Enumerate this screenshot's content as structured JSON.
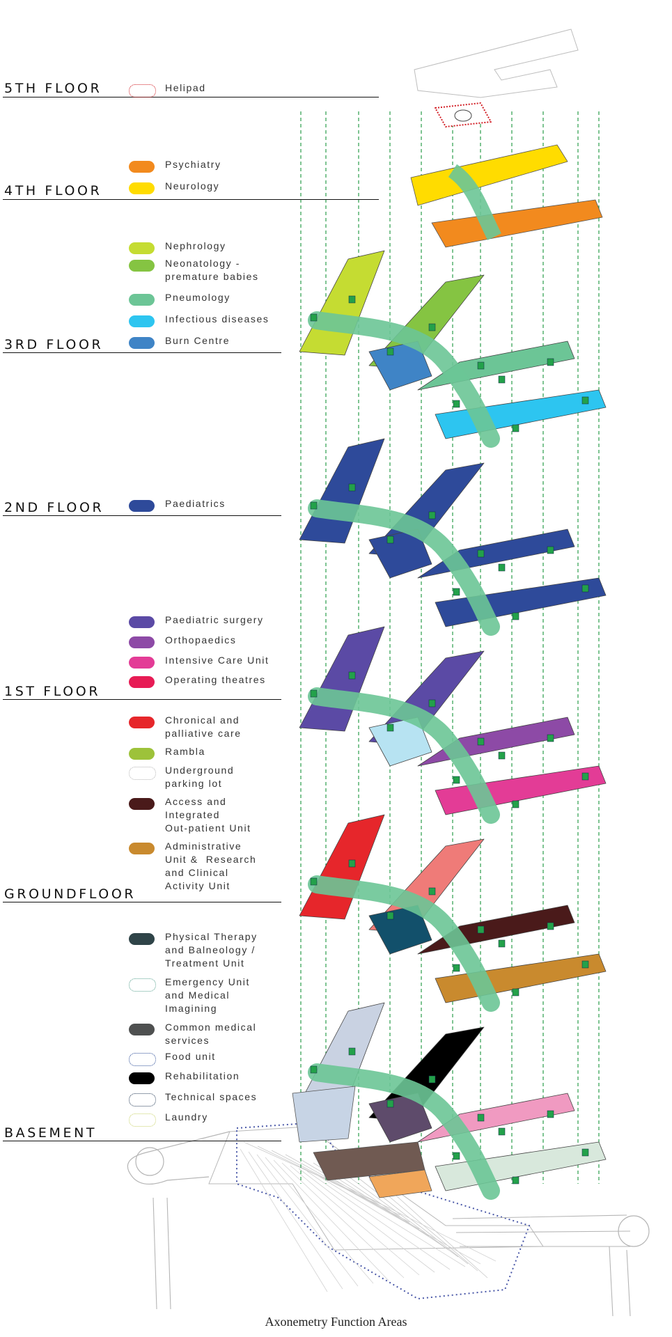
{
  "floors": [
    {
      "label": "5TH FLOOR"
    },
    {
      "label": "4TH FLOOR"
    },
    {
      "label": "3RD FLOOR"
    },
    {
      "label": "2ND FLOOR"
    },
    {
      "label": "1ST FLOOR"
    },
    {
      "label": "GROUNDFLOOR"
    },
    {
      "label": "BASEMENT"
    }
  ],
  "legend": [
    {
      "label": "Helipad",
      "color": "#d21f26",
      "style": "dotted"
    },
    {
      "label": "Psychiatry",
      "color": "#f28a1e",
      "style": "fill"
    },
    {
      "label": "Neurology",
      "color": "#ffdc00",
      "style": "fill"
    },
    {
      "label": "Nephrology",
      "color": "#c5dc32",
      "style": "fill"
    },
    {
      "label": "Neonatology -\npremature babies",
      "color": "#85c442",
      "style": "fill"
    },
    {
      "label": "Pneumology",
      "color": "#6cc596",
      "style": "fill"
    },
    {
      "label": "Infectious diseases",
      "color": "#2dc5f0",
      "style": "fill"
    },
    {
      "label": "Burn Centre",
      "color": "#3f84c6",
      "style": "fill"
    },
    {
      "label": "Paediatrics",
      "color": "#2e4a9a",
      "style": "fill"
    },
    {
      "label": "Paediatric surgery",
      "color": "#5b4aa5",
      "style": "fill"
    },
    {
      "label": "Orthopaedics",
      "color": "#8d4aa6",
      "style": "fill"
    },
    {
      "label": "Intensive Care Unit",
      "color": "#e33c96",
      "style": "fill"
    },
    {
      "label": "Operating theatres",
      "color": "#e71b55",
      "style": "fill"
    },
    {
      "label": "Chronical and\npalliative care",
      "color": "#e6262b",
      "style": "fill"
    },
    {
      "label": "Rambla",
      "color": "#9dc23a",
      "style": "fill"
    },
    {
      "label": "Underground\nparking lot",
      "color": "#b5b5b5",
      "style": "dotted"
    },
    {
      "label": "Access and\nIntegrated\nOut-patient Unit",
      "color": "#4a1a1a",
      "style": "fill"
    },
    {
      "label": "Administrative\nUnit &  Research\nand Clinical\nActivity Unit",
      "color": "#c98a2e",
      "style": "fill"
    },
    {
      "label": "Physical Therapy\nand Balneology /\nTreatment Unit",
      "color": "#2f4448",
      "style": "fill"
    },
    {
      "label": "Emergency Unit\nand Medical\nImagining",
      "color": "#5aa391",
      "style": "dotted"
    },
    {
      "label": "Common medical\nservices",
      "color": "#4e5050",
      "style": "fill"
    },
    {
      "label": "Food unit",
      "color": "#2f4f99",
      "style": "dotted"
    },
    {
      "label": "Rehabilitation",
      "color": "#000000",
      "style": "fill"
    },
    {
      "label": "Technical spaces",
      "color": "#2a3f5a",
      "style": "dotted"
    },
    {
      "label": "Laundry",
      "color": "#c9d36a",
      "style": "dotted"
    }
  ],
  "caption": "Axonemetry Function Areas",
  "colors": {
    "spine": "#6cc596",
    "connector": "#2a9d4a",
    "node": "#23a14a",
    "outline": "#8a8a8a",
    "site_dots": "#4a58a8"
  }
}
